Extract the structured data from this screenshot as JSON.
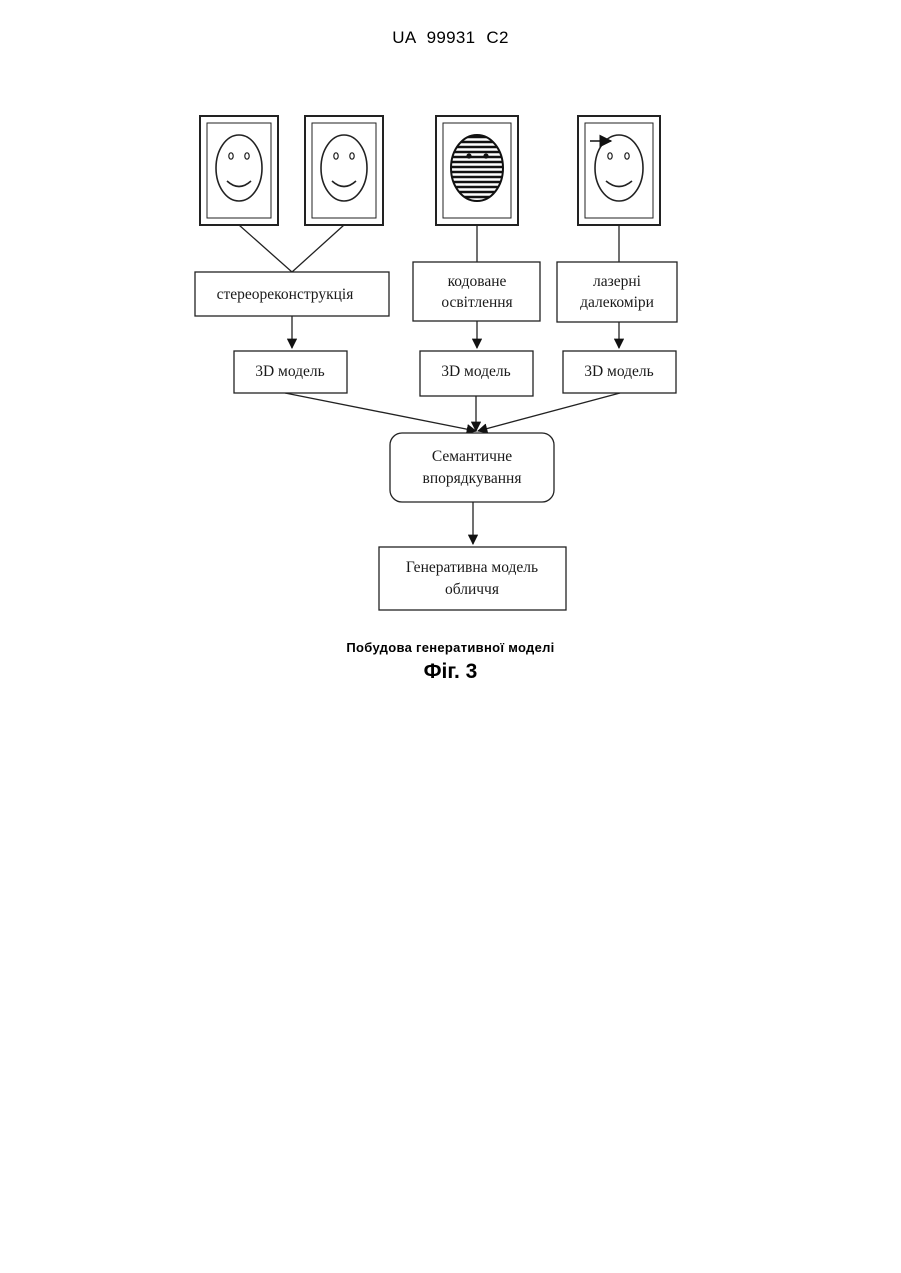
{
  "header": {
    "patent_number": "UA   99931   C2"
  },
  "diagram": {
    "images": [
      {
        "id": "stereo-left",
        "icon": "face-plain"
      },
      {
        "id": "stereo-right",
        "icon": "face-plain"
      },
      {
        "id": "coded-light",
        "icon": "face-striped"
      },
      {
        "id": "laser",
        "icon": "face-laser-scan"
      }
    ],
    "methods": {
      "stereo": [
        "стереореконструкція"
      ],
      "coded_light": [
        "кодоване",
        "освітлення"
      ],
      "laser": [
        "лазерні",
        "далекоміри"
      ]
    },
    "models": [
      "3D модель",
      "3D модель",
      "3D модель"
    ],
    "semantic": [
      "Семантичне",
      "впорядкування"
    ],
    "generative": [
      "Генеративна модель",
      "обличчя"
    ]
  },
  "caption": {
    "subtitle": "Побудова генеративної моделі",
    "figure": "Фіг. 3"
  }
}
